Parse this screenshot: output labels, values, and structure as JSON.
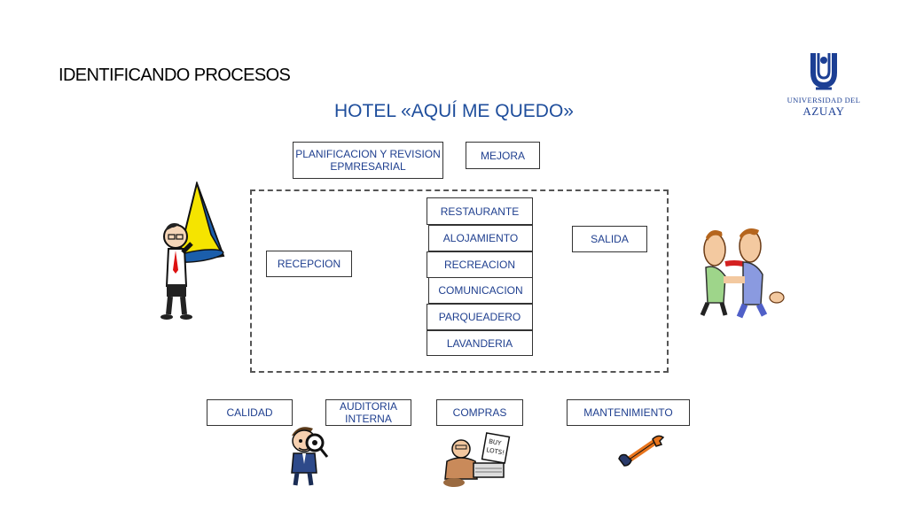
{
  "slide": {
    "heading": "IDENTIFICANDO PROCESOS",
    "subtitle": "HOTEL «AQUÍ ME QUEDO»"
  },
  "logo": {
    "line1": "UNIVERSIDAD DEL",
    "line2": "AZUAY",
    "brand_color": "#1c3f94"
  },
  "processes": {
    "planificacion": "PLANIFICACION Y REVISION EPMRESARIAL",
    "mejora": "MEJORA",
    "recepcion": "RECEPCION",
    "restaurante": "RESTAURANTE",
    "alojamiento": "ALOJAMIENTO",
    "recreacion": "RECREACION",
    "comunicacion": "COMUNICACION",
    "parqueadero": "PARQUEADERO",
    "lavanderia": "LAVANDERIA",
    "salida": "SALIDA",
    "calidad": "CALIDAD",
    "auditoria": "AUDITORIA INTERNA",
    "compras": "COMPRAS",
    "mantenimiento": "MANTENIMIENTO"
  },
  "clipart": {
    "megaphone": "man-with-megaphone",
    "handshake": "two-men-shaking-hands",
    "inspector": "man-with-magnifying-glass",
    "shopper": "man-typing-buy-lots",
    "shopper_sign": "BUY LOTS!",
    "tool": "wrench"
  },
  "colors": {
    "text_blue": "#1f3f8f",
    "title_blue": "#1f4e9c",
    "megaphone_yellow": "#f5e400",
    "megaphone_blue": "#1b5eab",
    "wrench_orange": "#e8741c"
  }
}
